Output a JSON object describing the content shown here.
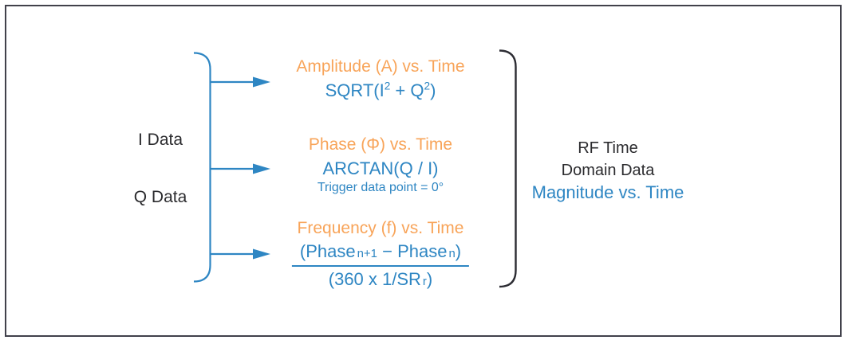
{
  "palette": {
    "orange": "#f8a459",
    "blue": "#2e86c3",
    "text_dark": "#2b2b2e",
    "frame_border": "#41414b"
  },
  "inputs": {
    "i_label": "I Data",
    "q_label": "Q Data"
  },
  "outputs": {
    "amplitude": {
      "title": "Amplitude (A) vs. Time",
      "formula": {
        "p1": "SQRT(I",
        "sup1": "2",
        "p2": " + Q",
        "sup2": "2",
        "p3": ")"
      }
    },
    "phase": {
      "title": "Phase (Φ) vs. Time",
      "formula": "ARCTAN(Q / I)",
      "note": "Trigger data point = 0°"
    },
    "frequency": {
      "title": "Frequency (f) vs. Time",
      "numerator": {
        "p1": "(Phase",
        "sub1": "n+1",
        "p2": " − Phase",
        "sub2": "n",
        "p3": ")"
      },
      "denominator": {
        "p1": "(360 x 1/SR",
        "sub1": "r",
        "p2": ")"
      }
    }
  },
  "result": {
    "line1": "RF Time",
    "line2": "Domain Data",
    "line3": "Magnitude vs. Time"
  }
}
